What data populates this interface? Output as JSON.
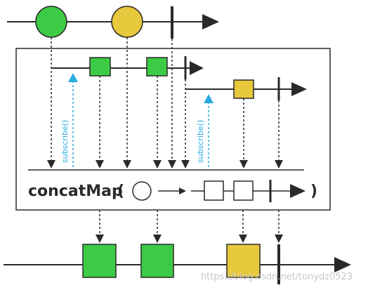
{
  "operator": {
    "name": "concatMap",
    "open_paren": "(",
    "close_paren": ")"
  },
  "subscribe_label": "subscribe()",
  "watermark": "https://blog.csdn.net/tonydz0523",
  "colors": {
    "green": "#3ccb44",
    "yellow": "#e8c83c",
    "line": "#2a2a2a",
    "subscribe": "#29abe2"
  }
}
